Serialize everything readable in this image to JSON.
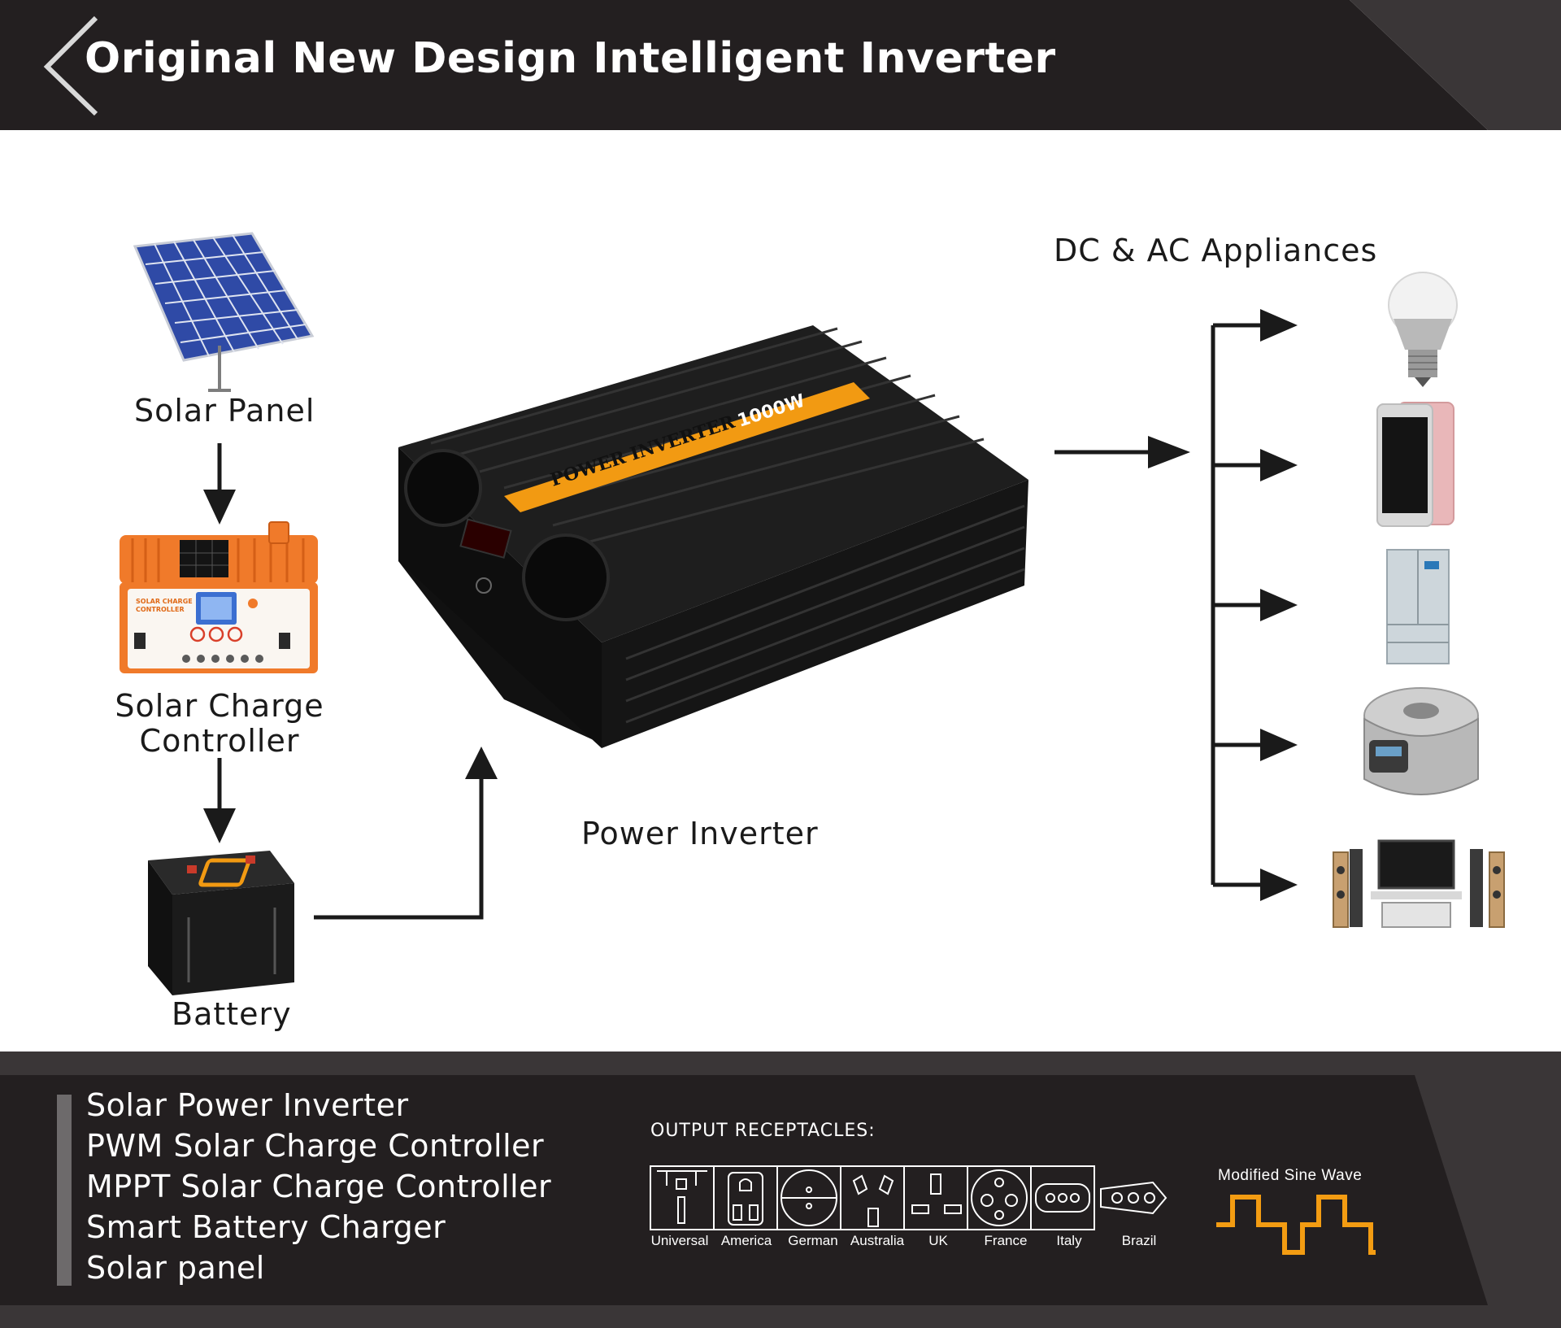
{
  "header": {
    "title": "Original New Design Intelligent Inverter"
  },
  "diagram": {
    "solar_panel_label": "Solar Panel",
    "controller_label_line1": "Solar Charge",
    "controller_label_line2": "Controller",
    "battery_label": "Battery",
    "inverter_label": "Power Inverter",
    "appliances_label": "DC & AC Appliances",
    "inverter_brand": "POWER INVERTER",
    "inverter_rating": "1000W",
    "controller_brand": "SOLAR CHARGE CONTROLLER"
  },
  "footer": {
    "features": [
      "Solar Power Inverter",
      "PWM Solar Charge Controller",
      "MPPT Solar Charge Controller",
      "Smart Battery Charger",
      "Solar panel"
    ],
    "receptacles_title": "OUTPUT  RECEPTACLES:",
    "receptacles": [
      "Universal",
      "America",
      "German",
      "Australia",
      "UK",
      "France",
      "Italy",
      "Brazil"
    ],
    "wave_label": "Modified  Sine  Wave"
  },
  "colors": {
    "dark_band": "#231f20",
    "wave_orange": "#f39c12",
    "controller_orange": "#f07a2a"
  }
}
